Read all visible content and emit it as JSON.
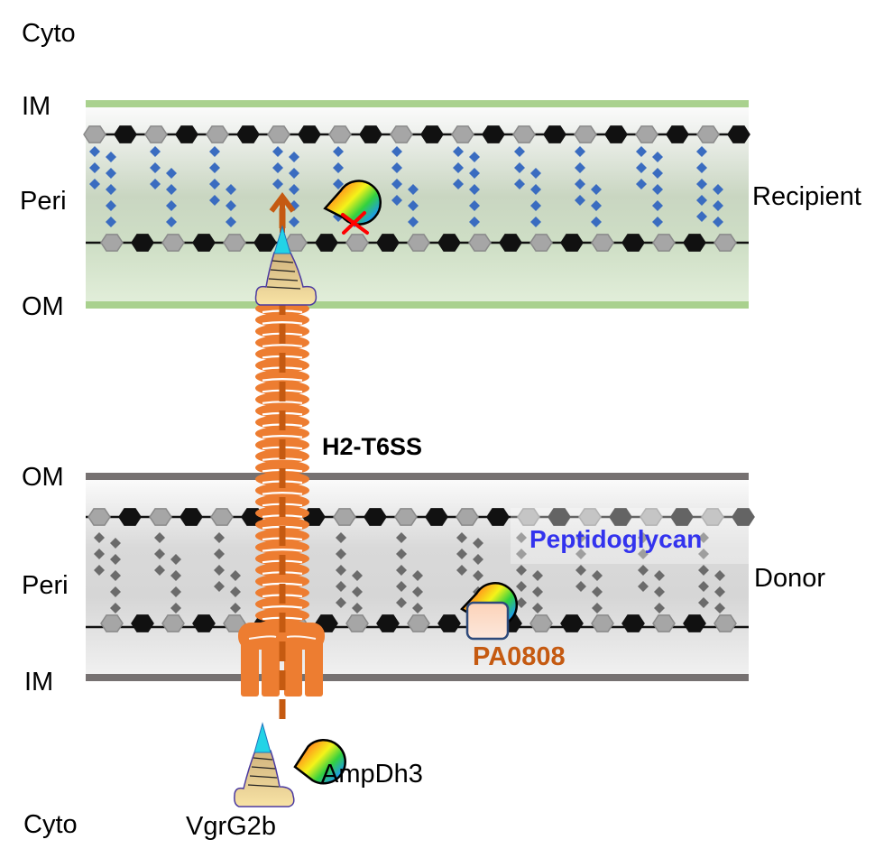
{
  "diagram": {
    "type": "schematic",
    "subject": "H2-T6SS delivery of VgrG2b-AmpDh3 from donor to recipient periplasm"
  },
  "compartment_labels": {
    "recipient_cyto": "Cyto",
    "recipient_im": "IM",
    "recipient_peri": "Peri",
    "recipient_om": "OM",
    "donor_om": "OM",
    "donor_peri": "Peri",
    "donor_im": "IM",
    "donor_cyto": "Cyto"
  },
  "cell_labels": {
    "recipient": "Recipient",
    "donor": "Donor"
  },
  "component_labels": {
    "secretion_system": "H2-T6SS",
    "peptidoglycan": "Peptidoglycan",
    "immunity_protein": "PA0808",
    "effector": "AmpDh3",
    "spike_protein": "VgrG2b"
  },
  "colors": {
    "recipient_membrane": "#a9d18e",
    "donor_membrane": "#767171",
    "recipient_stem_peptide": "#3a6cc0",
    "donor_stem_peptide": "#6b6b6b",
    "sheath": "#ed7d31",
    "arrow": "#c55a11",
    "peptidoglycan_label": "#3333ee",
    "immunity_label": "#c55a11",
    "inhibition_mark": "#ff0000",
    "spike_tip": "#22d3e6",
    "spike_body": "#f4dd9c",
    "immunity_box": "#fbd9c3"
  },
  "states": {
    "recipient_effector": "active (peptidoglycan cleaved — red X)",
    "donor_effector": "inhibited by PA0808"
  },
  "icons": {
    "effector": "pacman-rainbow-enzyme",
    "inhibition": "red-x-mark",
    "translocation": "upward-dashed-arrow"
  }
}
